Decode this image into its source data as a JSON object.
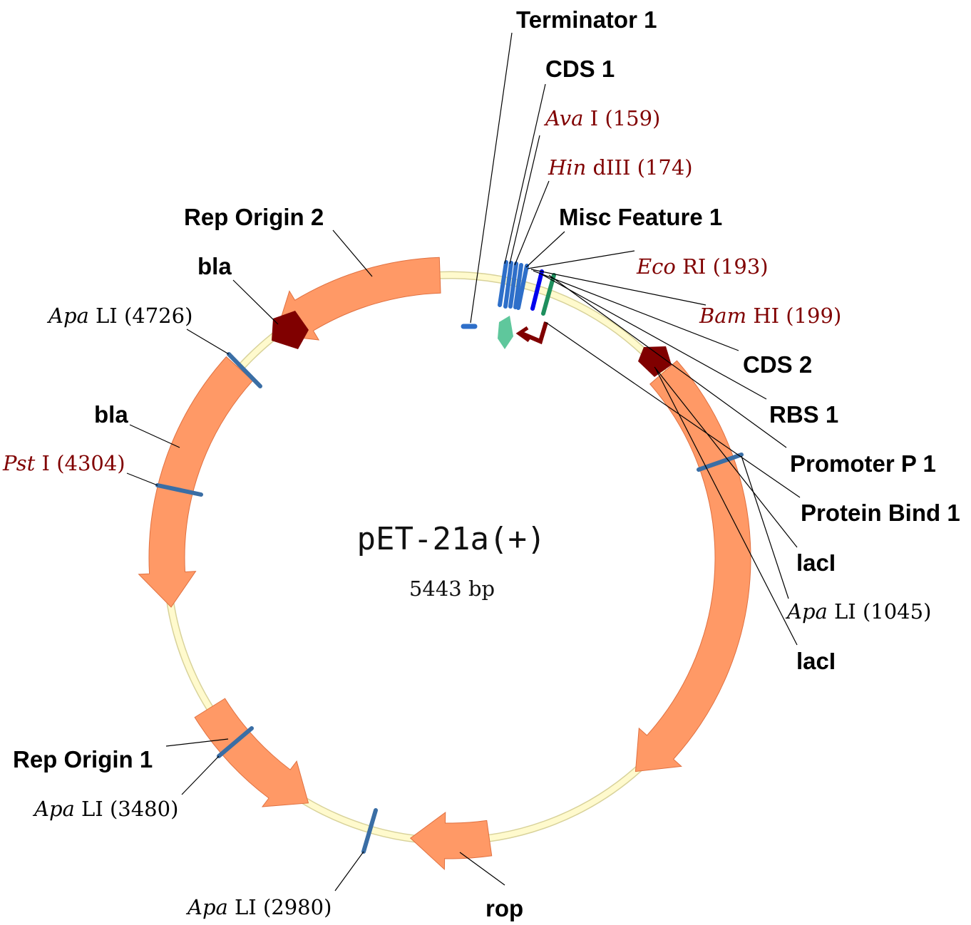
{
  "plasmid": {
    "name": "pET-21a(+)",
    "size_label": "5443 bp",
    "length_bp": 5443
  },
  "colors": {
    "backbone": "#FFFACD",
    "backbone_edge": "#D8D29A",
    "gene_arrow": "#FF9966",
    "gene_edge": "#E07040",
    "dark_red": "#800000",
    "site_blue": "#3A6EA5",
    "site_label_red": "#800000",
    "site_label_black": "#000000",
    "feature_blue": "#2E6FC9",
    "promoter_green": "#1E8F5E",
    "rbs_blue": "#0000EE",
    "teal": "#5FC79C"
  },
  "feature_labels": [
    {
      "id": "terminator-1",
      "text": "Terminator 1"
    },
    {
      "id": "cds-1",
      "text": "CDS 1"
    },
    {
      "id": "misc-feature-1",
      "text": "Misc Feature 1"
    },
    {
      "id": "rep-origin-2",
      "text": "Rep Origin 2"
    },
    {
      "id": "bla-top",
      "text": "bla"
    },
    {
      "id": "bla-mid",
      "text": "bla"
    },
    {
      "id": "cds-2",
      "text": "CDS 2"
    },
    {
      "id": "rbs-1",
      "text": "RBS 1"
    },
    {
      "id": "promoter-p-1",
      "text": "Promoter P 1"
    },
    {
      "id": "protein-bind-1",
      "text": "Protein Bind 1"
    },
    {
      "id": "laci-1",
      "text": "lacI"
    },
    {
      "id": "laci-2",
      "text": "lacI"
    },
    {
      "id": "rep-origin-1",
      "text": "Rep Origin 1"
    },
    {
      "id": "rop",
      "text": "rop"
    }
  ],
  "enzyme_sites": [
    {
      "id": "ava-i",
      "enzyme_italic": "Ava",
      "enzyme_rest": " I",
      "position": "(159)",
      "color": "red",
      "bp": 159
    },
    {
      "id": "hind-iii",
      "enzyme_italic": "Hin",
      "enzyme_rest": " dIII",
      "position": "(174)",
      "color": "red",
      "bp": 174
    },
    {
      "id": "eco-ri",
      "enzyme_italic": "Eco",
      "enzyme_rest": " RI",
      "position": "(193)",
      "color": "red",
      "bp": 193
    },
    {
      "id": "bam-hi",
      "enzyme_italic": "Bam",
      "enzyme_rest": " HI",
      "position": "(199)",
      "color": "red",
      "bp": 199
    },
    {
      "id": "apa-li-1045",
      "enzyme_italic": "Apa",
      "enzyme_rest": " LI",
      "position": "(1045)",
      "color": "black",
      "bp": 1045
    },
    {
      "id": "apa-li-2980",
      "enzyme_italic": "Apa",
      "enzyme_rest": " LI",
      "position": "(2980)",
      "color": "black",
      "bp": 2980
    },
    {
      "id": "apa-li-3480",
      "enzyme_italic": "Apa",
      "enzyme_rest": " LI",
      "position": "(3480)",
      "color": "black",
      "bp": 3480
    },
    {
      "id": "pst-i",
      "enzyme_italic": "Pst",
      "enzyme_rest": " I",
      "position": "(4304)",
      "color": "red",
      "bp": 4304
    },
    {
      "id": "apa-li-4726",
      "enzyme_italic": "Apa",
      "enzyme_rest": " LI",
      "position": "(4726)",
      "color": "black",
      "bp": 4726
    }
  ]
}
